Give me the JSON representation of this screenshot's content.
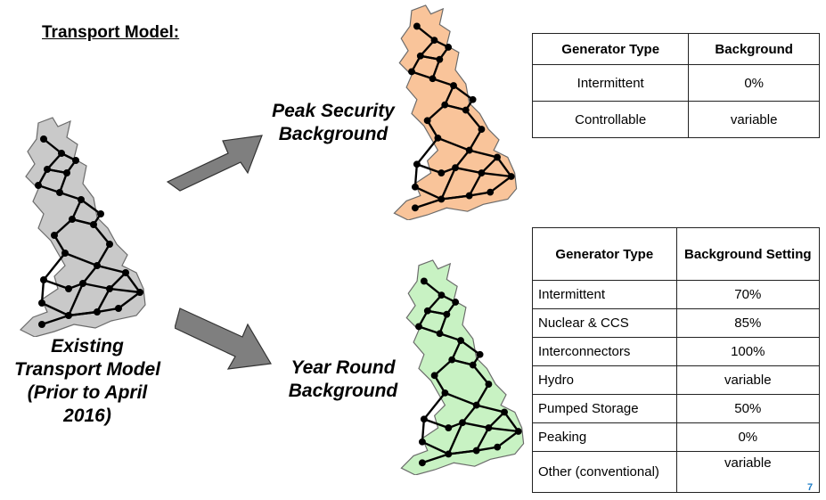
{
  "title": "Transport Model:",
  "captions": {
    "existing": "Existing Transport Model (Prior to April 2016)",
    "peak": "Peak Security Background",
    "year": "Year Round Background"
  },
  "peak_table": {
    "headers": [
      "Generator Type",
      "Background"
    ],
    "rows": [
      [
        "Intermittent",
        "0%"
      ],
      [
        "Controllable",
        "variable"
      ]
    ]
  },
  "year_table": {
    "headers": [
      "Generator Type",
      "Background Setting"
    ],
    "rows": [
      [
        "Intermittent",
        "70%"
      ],
      [
        "Nuclear & CCS",
        "85%"
      ],
      [
        "Interconnectors",
        "100%"
      ],
      [
        "Hydro",
        "variable"
      ],
      [
        "Pumped Storage",
        "50%"
      ],
      [
        "Peaking",
        "0%"
      ],
      [
        "Other (conventional)",
        "variable"
      ]
    ]
  },
  "page_number": "7",
  "colors": {
    "existing_map": "#c9c9c9",
    "peak_map": "#f9c49a",
    "year_map": "#c8f2c3",
    "arrow": "#7f7f7f",
    "page_number": "#1f7ec7"
  },
  "icons": [
    "gb-network-map",
    "right-arrow"
  ]
}
